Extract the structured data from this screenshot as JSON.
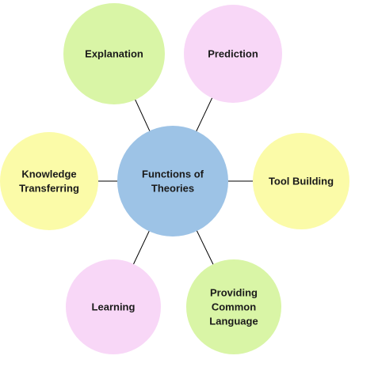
{
  "center": {
    "lines": [
      "Functions of",
      "Theories"
    ],
    "color": "#9dc3e6"
  },
  "nodes": [
    {
      "id": "explanation",
      "lines": [
        "Explanation"
      ],
      "color": "#d9f5a6"
    },
    {
      "id": "prediction",
      "lines": [
        "Prediction"
      ],
      "color": "#f8d7f7"
    },
    {
      "id": "tool-building",
      "lines": [
        "Tool Building"
      ],
      "color": "#fbfba8"
    },
    {
      "id": "providing-common-language",
      "lines": [
        "Providing",
        "Common",
        "Language"
      ],
      "color": "#d9f5a6"
    },
    {
      "id": "learning",
      "lines": [
        "Learning"
      ],
      "color": "#f8d7f7"
    },
    {
      "id": "knowledge-transferring",
      "lines": [
        "Knowledge",
        "Transferring"
      ],
      "color": "#fbfba8"
    }
  ],
  "line_color": "#000000"
}
